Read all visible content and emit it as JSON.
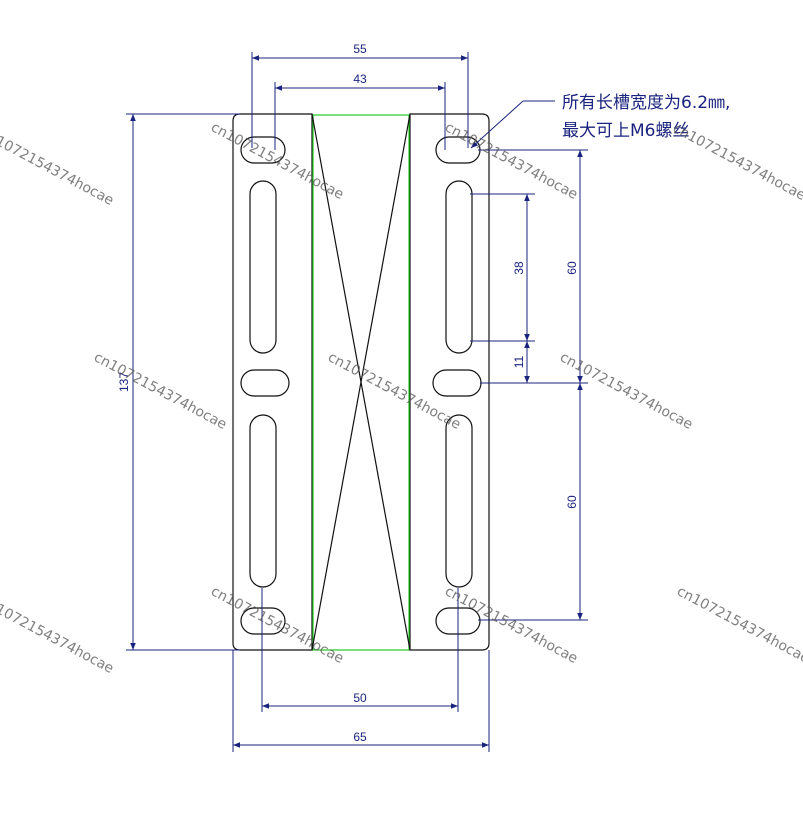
{
  "dimensions": {
    "top_outer": "55",
    "top_inner": "43",
    "height": "137",
    "slot_length": "38",
    "slot_gap": "11",
    "pitch_upper": "60",
    "pitch_lower": "60",
    "bottom_inner": "50",
    "bottom_outer": "65"
  },
  "note": {
    "line1": "所有长槽宽度为6.2㎜,",
    "line2": "最大可上M6螺丝"
  },
  "watermark": "cn1072154374hocae",
  "colors": {
    "dimension": "#1a237e",
    "outline": "#111111",
    "center_panel": "#22cc22"
  }
}
